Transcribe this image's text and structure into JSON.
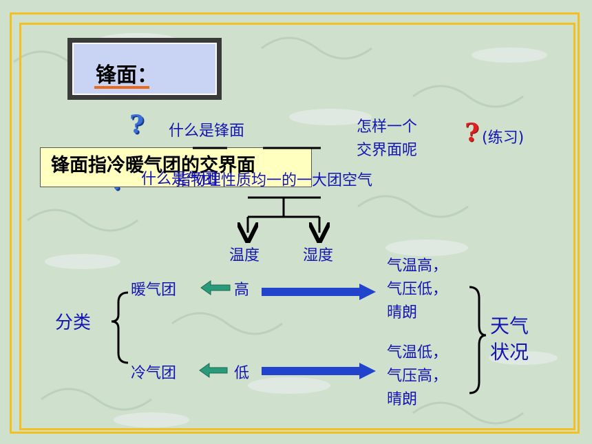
{
  "title": "锋面：",
  "question_what_is_front": "什么是锋面",
  "question_what_boundary_line1": "怎样一个",
  "question_what_boundary_line2": "交界面呢",
  "practice_label": "(练习)",
  "definition": "锋面指冷暖气团的交界面",
  "air_mass_definition": "什么是气团",
  "air_mass_explanation": "指物理性质均一的一大团空气",
  "property_temperature": "温度",
  "property_humidity": "湿度",
  "classification_label": "分类",
  "warm_mass": "暖气团",
  "warm_level": "高",
  "cold_mass": "冷气团",
  "cold_level": "低",
  "warm_result": [
    "气温高，",
    "气压低，",
    "晴朗"
  ],
  "cold_result": [
    "气温低，",
    "气压高，",
    "晴朗"
  ],
  "weather_label_line1": "天气",
  "weather_label_line2": "状况",
  "colors": {
    "background": "#cfe0cc",
    "frame": "#f2c020",
    "text_blue": "#1414b4",
    "arrow_green": "#2a9a7a",
    "arrow_blue": "#2244cc",
    "definition_bg": "#ffffc0",
    "title_underline": "#e86a1a"
  }
}
